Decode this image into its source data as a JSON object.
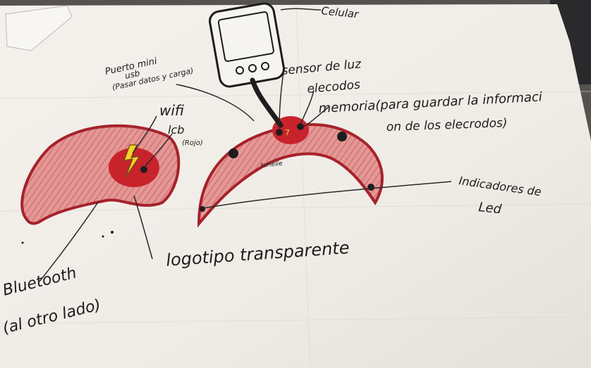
{
  "labels": {
    "celular": "Celular",
    "puerto_line1": "Puerto mini",
    "puerto_line2": "usb",
    "puerto_line3": "(Pasar datos y carga)",
    "sensor_luz": "sensor de luz",
    "electrodos": "elecodos",
    "memoria_line1": "memoria(para guardar la informaci",
    "memoria_line2": "on de los elecrodos)",
    "wifi": "wifi",
    "led": "lcb",
    "led_color": "(Rojo)",
    "tunnel": "tunelle",
    "indicadores_line1": "Indicadores de",
    "indicadores_line2": "Led",
    "logotipo": "logotipo transparente",
    "bluetooth_line1": "Bluetooth",
    "bluetooth_line2": "(al otro lado)"
  },
  "colors": {
    "paper": "#f1eee9",
    "shadow": "#55534f",
    "headband_fill": "#df8a88",
    "headband_outline": "#a6222b",
    "module_red": "#c8232c",
    "ink": "#1e1c1c",
    "bolt": "#f2d02b"
  },
  "icons": {
    "phone": "phone-icon",
    "bolt": "lightning-bolt-icon"
  }
}
